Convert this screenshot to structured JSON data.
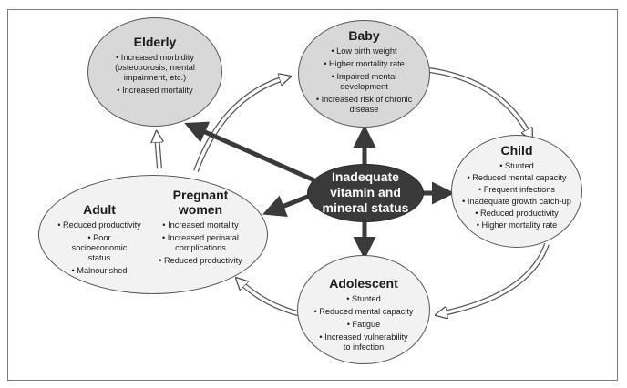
{
  "diagram": {
    "center": {
      "lines": [
        "Inadequate",
        "vitamin and",
        "mineral status"
      ]
    },
    "nodes": {
      "elderly": {
        "title": "Elderly",
        "items": [
          "• Increased morbidity (osteoporosis, mental impairment, etc.)",
          "• Increased mortality"
        ]
      },
      "baby": {
        "title": "Baby",
        "items": [
          "• Low birth weight",
          "• Higher mortality rate",
          "• Impaired mental development",
          "• Increased risk of chronic disease"
        ]
      },
      "child": {
        "title": "Child",
        "items": [
          "• Stunted",
          "• Reduced mental capacity",
          "• Frequent infections",
          "• Inadequate growth catch-up",
          "• Reduced productivity",
          "• Higher mortality rate"
        ]
      },
      "adolescent": {
        "title": "Adolescent",
        "items": [
          "• Stunted",
          "• Reduced mental capacity",
          "• Fatigue",
          "• Increased vulnerability to infection"
        ]
      },
      "adult": {
        "title": "Adult",
        "items": [
          "• Reduced productivity",
          "• Poor socioeconomic status",
          "• Malnourished"
        ]
      },
      "pregnant": {
        "title": "Pregnant women",
        "items": [
          "• Increased mortality",
          "• Increased perinatal complications",
          "• Reduced productivity"
        ]
      }
    },
    "colors": {
      "center_fill": "#3a3a3a",
      "elderly_baby_fill": "#d8d8d8",
      "other_fill": "#f2f2f2",
      "arrow": "#3a3a3a"
    }
  }
}
